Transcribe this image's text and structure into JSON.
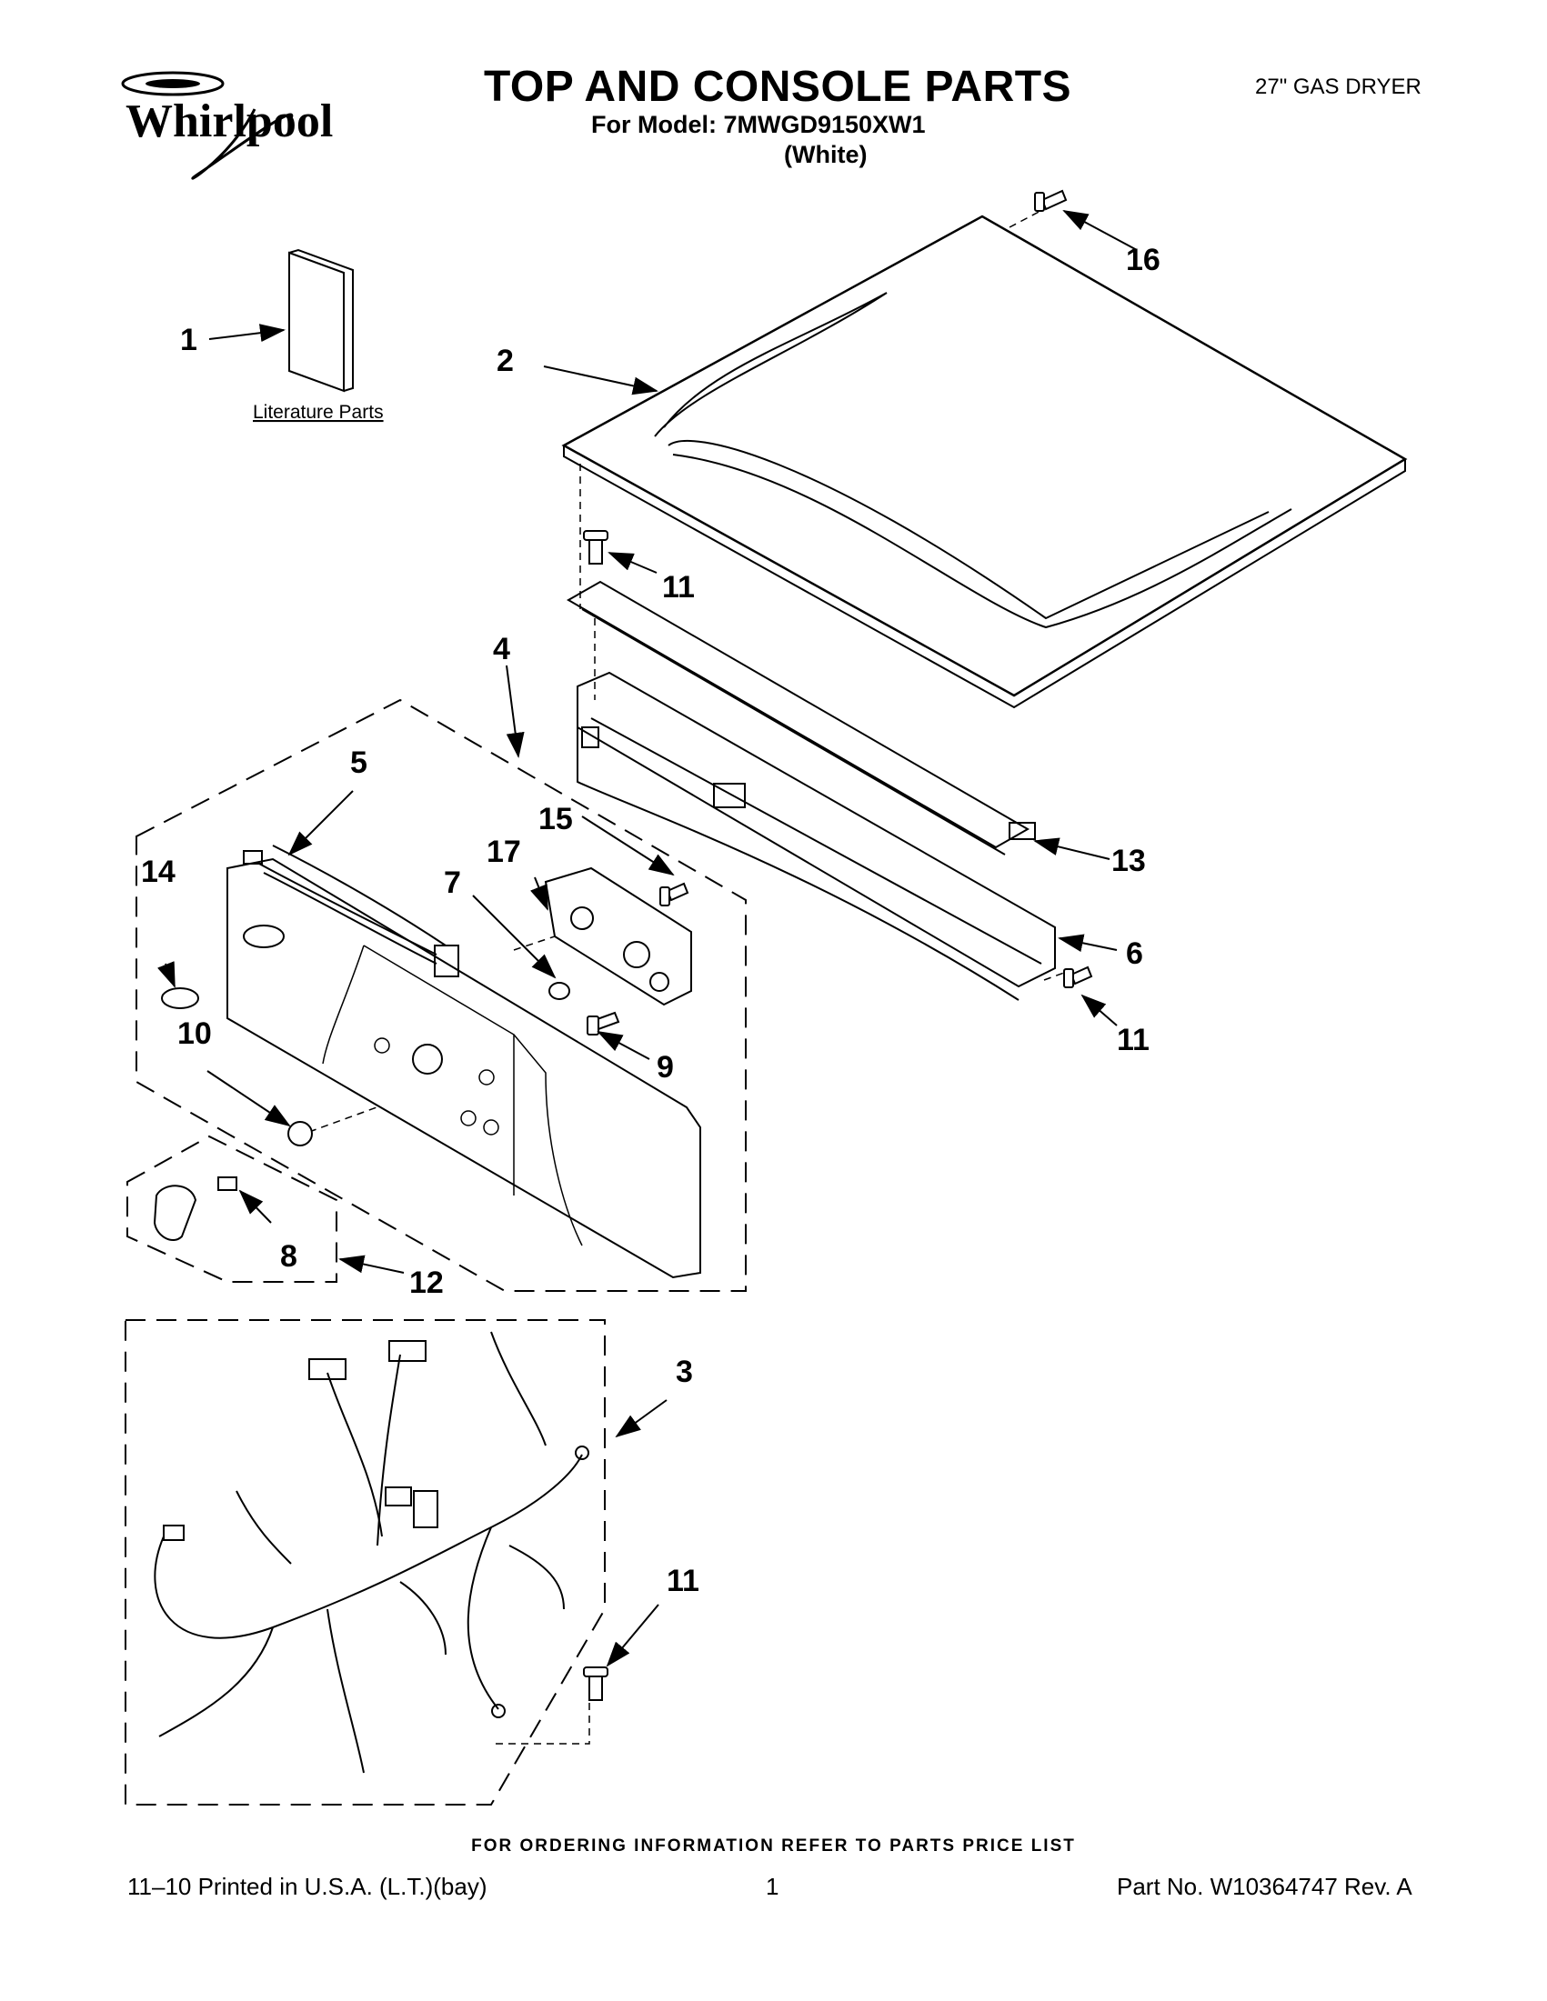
{
  "header": {
    "brand": "Whirlpool",
    "title": "TOP AND CONSOLE PARTS",
    "model_line": "For Model: 7MWGD9150XW1",
    "color_line": "(White)",
    "product_type": "27\" GAS DRYER"
  },
  "diagram": {
    "literature_label": "Literature Parts",
    "callouts": [
      "1",
      "2",
      "16",
      "11",
      "4",
      "5",
      "15",
      "17",
      "7",
      "14",
      "10",
      "9",
      "13",
      "6",
      "11",
      "8",
      "12",
      "3",
      "11"
    ]
  },
  "footer": {
    "ordering_note": "FOR ORDERING INFORMATION REFER TO PARTS PRICE LIST",
    "printed": "11–10 Printed in U.S.A. (L.T.)(bay)",
    "page_number": "1",
    "part_number": "Part No. W10364747 Rev. A"
  }
}
